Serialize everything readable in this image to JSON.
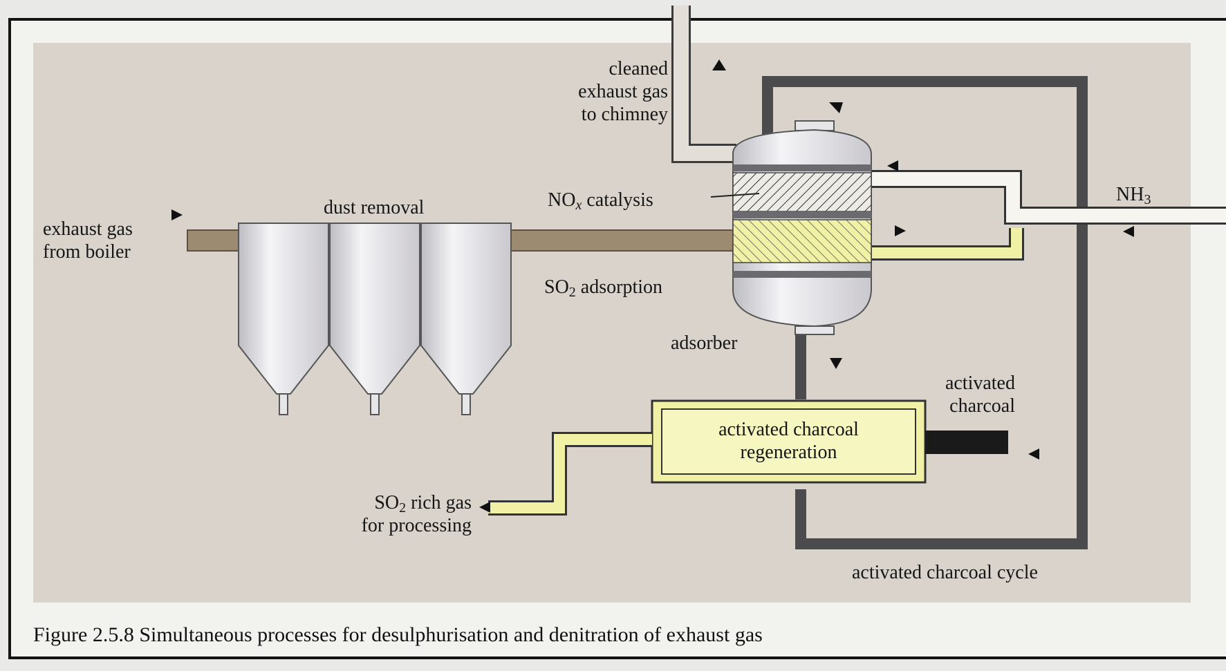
{
  "labels": {
    "cleaned_exhaust": "cleaned\nexhaust gas\nto chimney",
    "nox_main": "NO",
    "nox_sub": "x",
    "nox_rest": " catalysis",
    "dust_removal": "dust removal",
    "exhaust_from_boiler": "exhaust gas\nfrom boiler",
    "so2_ads_main": "SO",
    "so2_ads_sub": "2",
    "so2_ads_rest": " adsorption",
    "adsorber": "adsorber",
    "nh3_main": "NH",
    "nh3_sub": "3",
    "activated_charcoal": "activated\ncharcoal",
    "regeneration": "activated charcoal\nregeneration",
    "so2_rich_main": "SO",
    "so2_rich_sub": "2",
    "so2_rich_rest": " rich gas\nfor processing",
    "charcoal_cycle": "activated charcoal cycle"
  },
  "caption": "Figure 2.5.8 Simultaneous processes for desulphurisation and denitration of exhaust gas",
  "colors": {
    "duct": "#9d8b71",
    "loop": "#4b4a4d",
    "yellow": "#f1f1a6",
    "hopper": "#e6e5e8",
    "arrow": "#111111"
  }
}
